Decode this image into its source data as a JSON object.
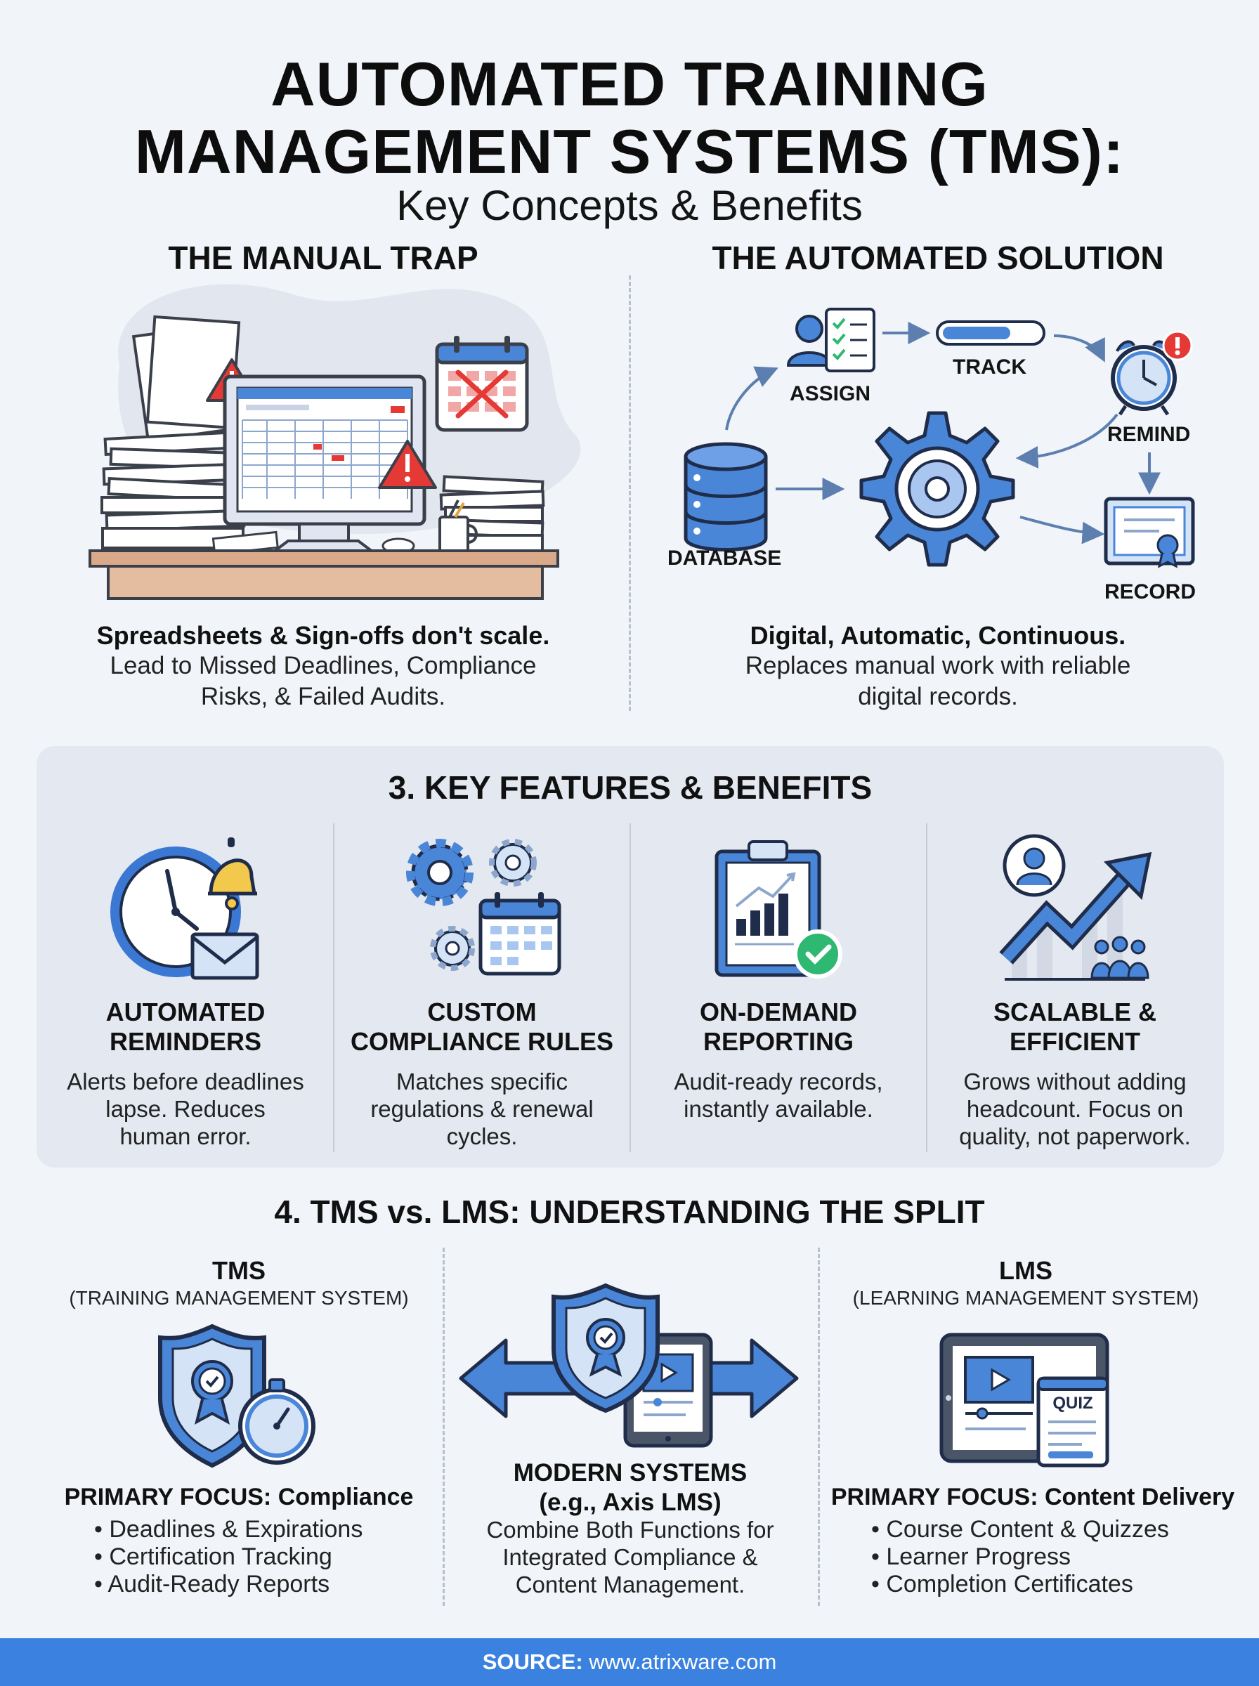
{
  "header": {
    "title_line1": "AUTOMATED TRAINING",
    "title_line2": "MANAGEMENT SYSTEMS (TMS):",
    "subtitle": "Key Concepts & Benefits"
  },
  "manual": {
    "heading": "THE MANUAL TRAP",
    "caption_bold": "Spreadsheets & Sign-offs don't scale.",
    "caption_line1": "Lead to Missed Deadlines, Compliance",
    "caption_line2": "Risks, & Failed Audits."
  },
  "automated": {
    "heading": "THE AUTOMATED SOLUTION",
    "labels": {
      "assign": "ASSIGN",
      "track": "TRACK",
      "remind": "REMIND",
      "database": "DATABASE",
      "record": "RECORD"
    },
    "caption_bold": "Digital, Automatic, Continuous.",
    "caption_line1": "Replaces manual work with reliable",
    "caption_line2": "digital records."
  },
  "features": {
    "heading": "3. KEY FEATURES & BENEFITS",
    "items": [
      {
        "title1": "AUTOMATED",
        "title2": "REMINDERS",
        "desc1": "Alerts before deadlines",
        "desc2": "lapse. Reduces",
        "desc3": "human error.",
        "icon": "clock-bell-envelope-icon"
      },
      {
        "title1": "CUSTOM",
        "title2": "COMPLIANCE RULES",
        "desc1": "Matches specific",
        "desc2": "regulations & renewal",
        "desc3": "cycles.",
        "icon": "gears-calendar-icon"
      },
      {
        "title1": "ON-DEMAND",
        "title2": "REPORTING",
        "desc1": "Audit-ready records,",
        "desc2": "instantly available.",
        "desc3": "",
        "icon": "clipboard-chart-check-icon"
      },
      {
        "title1": "SCALABLE &",
        "title2": "EFFICIENT",
        "desc1": "Grows without adding",
        "desc2": "headcount. Focus on",
        "desc3": "quality, not paperwork.",
        "icon": "growth-arrow-people-icon"
      }
    ]
  },
  "comparison": {
    "heading": "4. TMS vs. LMS: UNDERSTANDING THE SPLIT",
    "tms": {
      "name": "TMS",
      "full": "(TRAINING MANAGEMENT SYSTEM)",
      "focus": "PRIMARY FOCUS: Compliance",
      "bullets": [
        "Deadlines & Expirations",
        "Certification Tracking",
        "Audit-Ready Reports"
      ]
    },
    "modern": {
      "title1": "MODERN SYSTEMS",
      "title2": "(e.g., Axis LMS)",
      "desc1": "Combine Both Functions for",
      "desc2": "Integrated Compliance &",
      "desc3": "Content Management."
    },
    "lms": {
      "name": "LMS",
      "full": "(LEARNING MANAGEMENT SYSTEM)",
      "focus": "PRIMARY FOCUS: Content Delivery",
      "bullets": [
        "Course Content & Quizzes",
        "Learner Progress",
        "Completion Certificates"
      ],
      "quiz_label": "QUIZ"
    }
  },
  "footer": {
    "source_label": "SOURCE:",
    "source_url": "www.atrixware.com"
  },
  "colors": {
    "accent": "#3b82e0",
    "dark_outline": "#1f2d4a",
    "warning": "#e53935",
    "bell": "#f2c94c",
    "success": "#2eb872"
  }
}
